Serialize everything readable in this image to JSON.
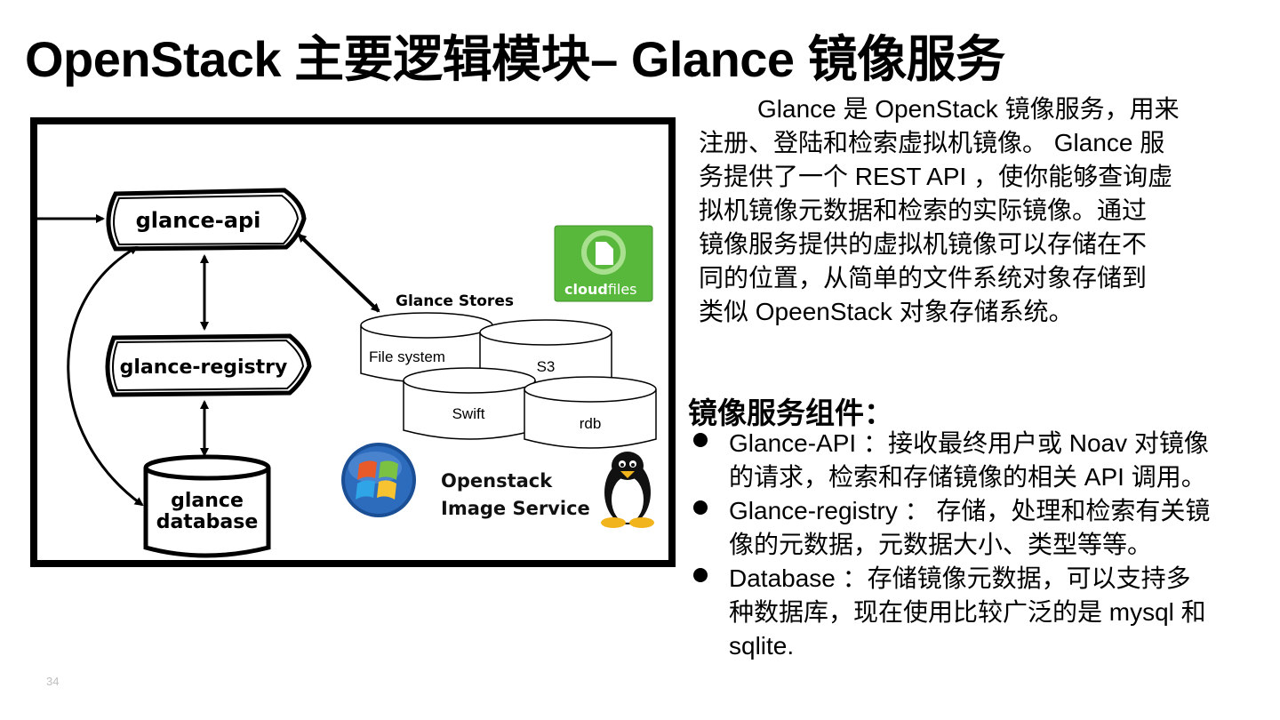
{
  "slide": {
    "title": "OpenStack 主要逻辑模块– Glance 镜像服务",
    "page_number": "34"
  },
  "paragraph_lines": [
    "Glance 是 OpenStack 镜像服务，用来",
    "注册、登陆和检索虚拟机镜像。 Glance 服",
    "务提供了一个 REST API ，使你能够查询虚",
    "拟机镜像元数据和检索的实际镜像。通过",
    "镜像服务提供的虚拟机镜像可以存储在不",
    "同的位置，从简单的文件系统对象存储到",
    "类似 OpeenStack 对象存储系统。"
  ],
  "components": {
    "heading": "镜像服务组件：",
    "items": [
      {
        "lines": [
          "Glance-API ：接收最终用户或 Noav 对镜像",
          "的请求，检索和存储镜像的相关 API 调用。"
        ]
      },
      {
        "lines": [
          "Glance-registry ： 存储，处理和检索有关镜",
          "像的元数据，元数据大小、类型等等。"
        ]
      },
      {
        "lines": [
          "Database ：存储镜像元数据，可以支持多",
          "种数据库，现在使用比较广泛的是 mysql 和",
          "sqlite."
        ]
      }
    ]
  },
  "diagram": {
    "glance_api": "glance-api",
    "glance_registry": "glance-registry",
    "db_line1": "glance",
    "db_line2": "database",
    "stores_title": "Glance Stores",
    "store_filesystem": "File system",
    "store_s3": "S3",
    "store_swift": "Swift",
    "store_rdb": "rdb",
    "cloudfiles_a": "cloud",
    "cloudfiles_b": "files",
    "service_line1": "Openstack",
    "service_line2": "Image Service",
    "icons": [
      "cloudfiles-logo",
      "windows-logo",
      "linux-penguin-icon"
    ]
  }
}
